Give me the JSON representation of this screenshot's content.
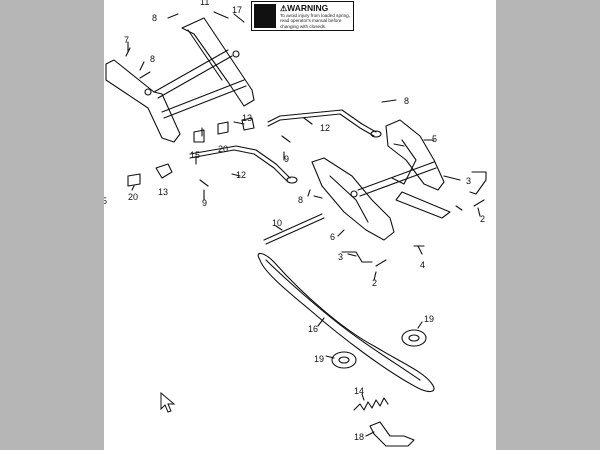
{
  "callouts": [
    "8",
    "11",
    "17",
    "7",
    "8",
    "8",
    "12",
    "5",
    "13",
    "20",
    "15",
    "9",
    "12",
    "3",
    "13",
    "20",
    "9",
    "8",
    "2",
    "6",
    "10",
    "4",
    "3",
    "2",
    "16",
    "19",
    "19",
    "14",
    "18",
    "5"
  ],
  "warning": {
    "symbol": "⚠",
    "title": "WARNING",
    "text": "To avoid injury from loaded spring, read operator's manual before changing with closeds."
  },
  "colors": {
    "ink": "#111111",
    "paper": "#ffffff",
    "margin": "#b6b6b6"
  }
}
